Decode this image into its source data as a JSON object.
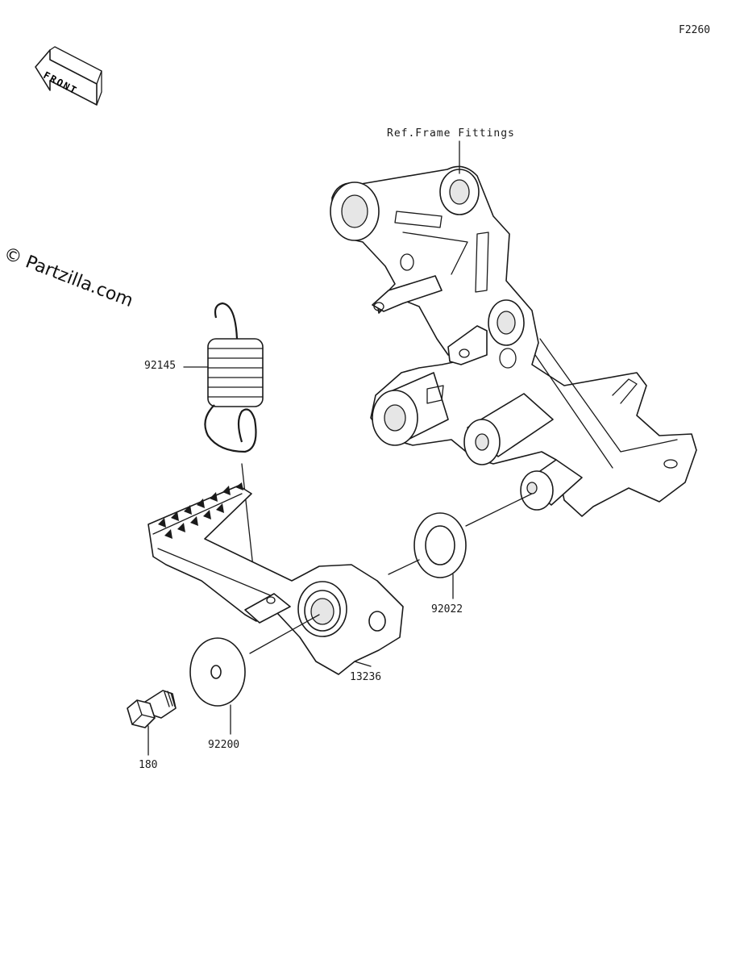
{
  "figure_code": "F2260",
  "front_arrow": {
    "label": "FRONT"
  },
  "watermark": "© Partzilla.com",
  "callouts": {
    "ref_frame": "Ref.Frame Fittings",
    "spring": "92145",
    "washer_small": "92022",
    "pedal": "13236",
    "washer_large": "92200",
    "bolt": "180"
  }
}
